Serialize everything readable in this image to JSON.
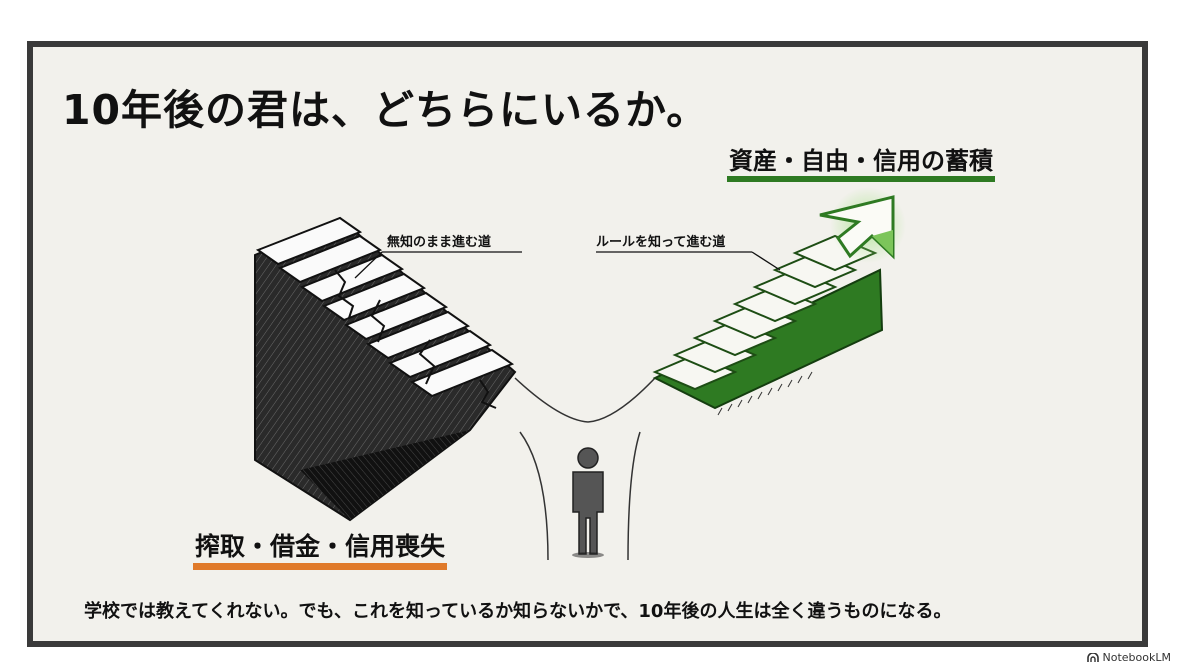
{
  "title": "10年後の君は、どちらにいるか。",
  "outcomes": {
    "good": "資産・自由・信用の蓄積",
    "bad": "搾取・借金・信用喪失"
  },
  "paths": {
    "ignorant": "無知のまま進む道",
    "informed": "ルールを知って進む道"
  },
  "caption": "学校では教えてくれない。でも、これを知っているか知らないかで、10年後の人生は全く違うものになる。",
  "brand": "NotebookLM",
  "colors": {
    "accent_green": "#2e7a22",
    "accent_orange": "#e07a2a",
    "dark": "#1a1a1a",
    "background": "#f2f1ec"
  }
}
